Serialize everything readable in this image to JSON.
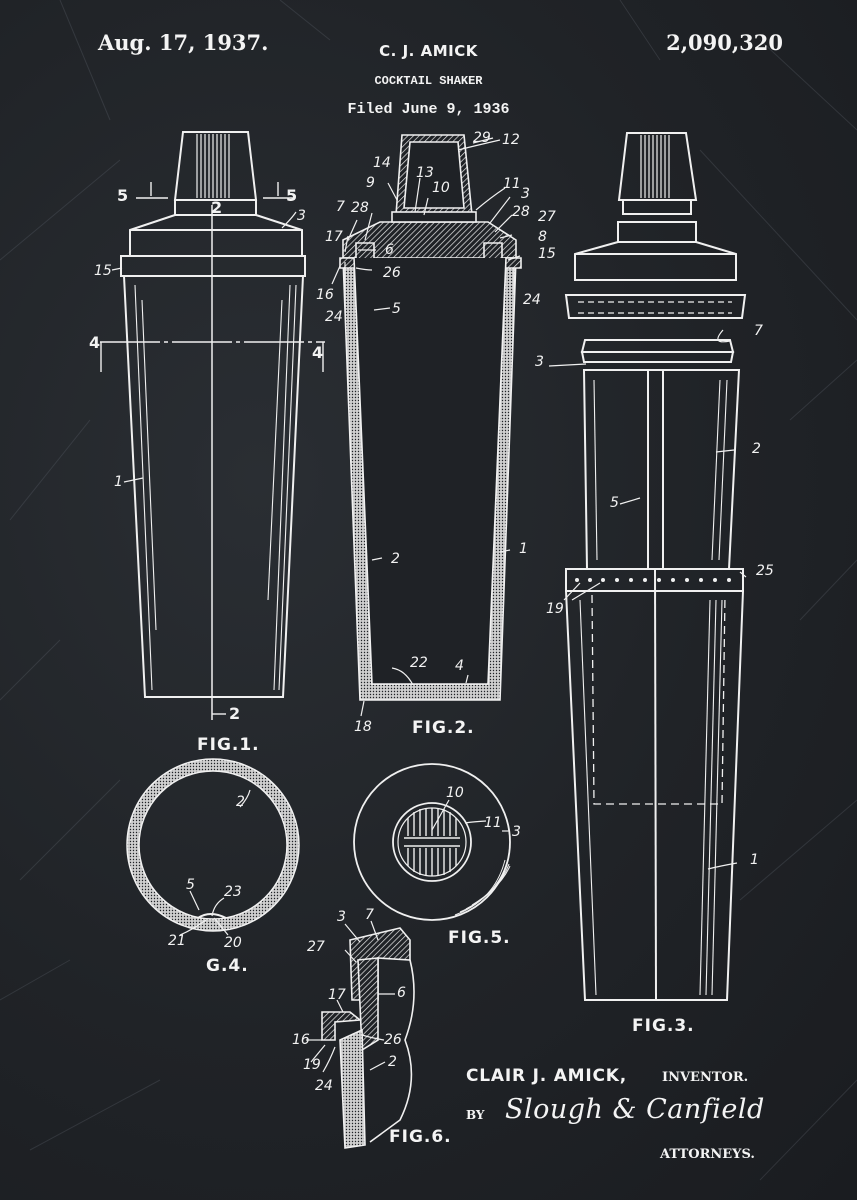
{
  "header": {
    "date": "Aug. 17, 1937.",
    "inventor_short": "C. J. AMICK",
    "title": "COCKTAIL SHAKER",
    "filed": "Filed June 9, 1936",
    "patent_number": "2,090,320"
  },
  "colors": {
    "background": "#1f2226",
    "ink": "#f2f2f2"
  },
  "figures": {
    "fig1": {
      "caption": "FIG.1.",
      "labels": {
        "sec5_left": "5",
        "sec5_right": "5",
        "sec2_top": "2",
        "sec2_bottom": "2",
        "sec4_left": "4",
        "sec4_right": "4",
        "n3": "3",
        "n15": "15",
        "n1": "1"
      }
    },
    "fig2": {
      "caption": "FIG.2.",
      "labels": {
        "n29": "29",
        "n12": "12",
        "n14": "14",
        "n13": "13",
        "n9": "9",
        "n10": "10",
        "n11": "11",
        "n3": "3",
        "n7": "7",
        "n28a": "28",
        "n28b": "28",
        "n27": "27",
        "n8": "8",
        "n17": "17",
        "n6": "6",
        "n15": "15",
        "n26": "26",
        "n16": "16",
        "n24a": "24",
        "n24b": "24",
        "n5": "5",
        "n2": "2",
        "n1": "1",
        "n22": "22",
        "n4": "4",
        "n18": "18"
      }
    },
    "fig3": {
      "caption": "FIG.3.",
      "labels": {
        "n7": "7",
        "n3": "3",
        "n2": "2",
        "n5": "5",
        "n25": "25",
        "n19": "19",
        "n1": "1"
      }
    },
    "fig4": {
      "caption": "G.4.",
      "labels": {
        "n2": "2",
        "n5": "5",
        "n23": "23",
        "n21": "21",
        "n20": "20"
      }
    },
    "fig5": {
      "caption": "FIG.5.",
      "labels": {
        "n10": "10",
        "n11": "11",
        "n3": "3"
      }
    },
    "fig6": {
      "caption": "FIG.6.",
      "labels": {
        "n3": "3",
        "n7": "7",
        "n27": "27",
        "n17": "17",
        "n6": "6",
        "n16": "16",
        "n26": "26",
        "n19": "19",
        "n24": "24",
        "n2": "2"
      }
    }
  },
  "signature": {
    "inventor_full": "CLAIR J. AMICK,",
    "inventor_role": "INVENTOR.",
    "by": "BY",
    "attorneys_script": "Slough & Canfield",
    "attorneys_role": "ATTORNEYS."
  }
}
